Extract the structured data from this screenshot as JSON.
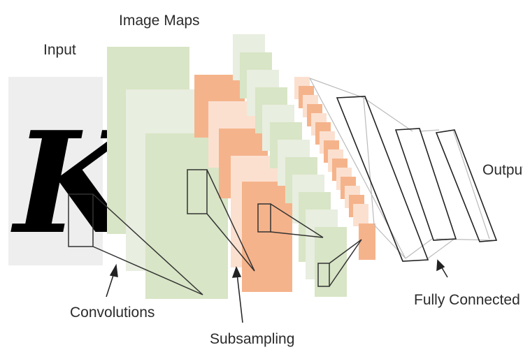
{
  "labels": {
    "input": "Input",
    "image_maps": "Image Maps",
    "output": "Output",
    "convolutions": "Convolutions",
    "subsampling": "Subsampling",
    "fully_connected": "Fully Connected"
  },
  "input_glyph": "K",
  "colors": {
    "input_panel": "#eeeeee",
    "green_feature_map": "#d8e5c6",
    "pale_green_feature_map": "#e8eee0",
    "orange_feature_map": "#f5b38b",
    "pale_orange_feature_map": "#fbe0d0",
    "connector_line": "#333333"
  }
}
